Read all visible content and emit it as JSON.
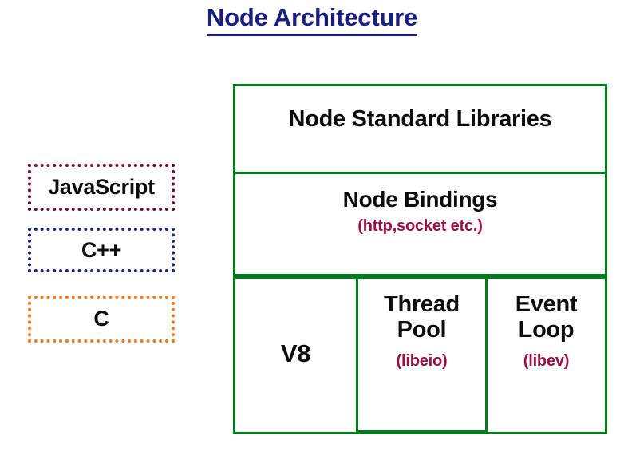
{
  "page": {
    "title": "Node Architecture",
    "background": "#ffffff"
  },
  "colors": {
    "title": "#191F7E",
    "box_border_green": "#007C1C",
    "javascript_border": "#700A36",
    "cpp_border": "#17277E",
    "c_border": "#F07C1A",
    "sub_label": "#9B0F47",
    "primary_text": "#0d0d0d"
  },
  "language_stack": {
    "items": [
      {
        "label": "JavaScript",
        "border_color": "#700A36",
        "border_style": "dotted"
      },
      {
        "label": "C++",
        "border_color": "#17277E",
        "border_style": "dotted"
      },
      {
        "label": "C",
        "border_color": "#F07C1A",
        "border_style": "dotted"
      }
    ]
  },
  "architecture": {
    "standard_libraries": {
      "label": "Node Standard Libraries"
    },
    "bindings": {
      "label": "Node Bindings",
      "sub_label": "(http,socket etc.)"
    },
    "bottom_cells": [
      {
        "label": "V8",
        "sub_label": ""
      },
      {
        "label_line1": "Thread",
        "label_line2": "Pool",
        "sub_label": "(libeio)"
      },
      {
        "label_line1": "Event",
        "label_line2": "Loop",
        "sub_label": "(libev)"
      }
    ]
  }
}
